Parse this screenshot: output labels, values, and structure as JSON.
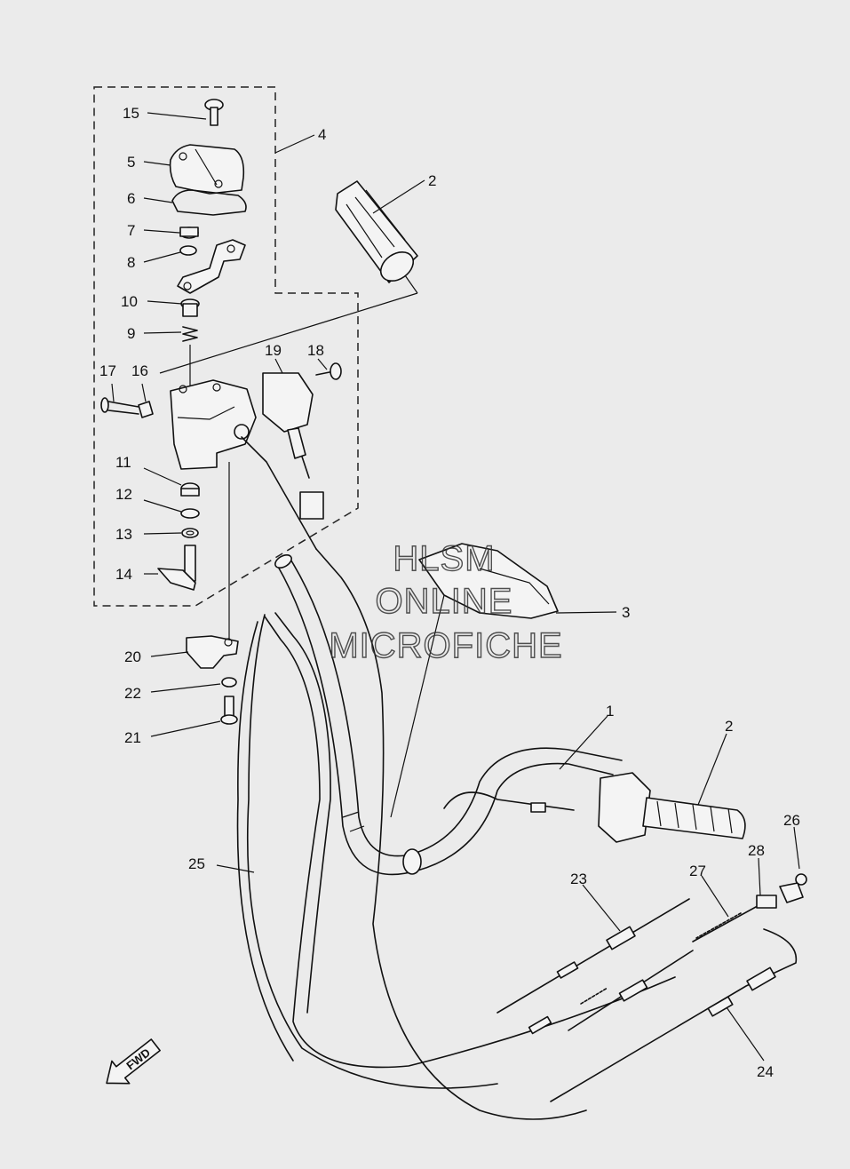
{
  "diagram": {
    "callouts": [
      {
        "id": "c15",
        "text": "15"
      },
      {
        "id": "c4",
        "text": "4"
      },
      {
        "id": "c5",
        "text": "5"
      },
      {
        "id": "c6",
        "text": "6"
      },
      {
        "id": "c2a",
        "text": "2"
      },
      {
        "id": "c7",
        "text": "7"
      },
      {
        "id": "c8",
        "text": "8"
      },
      {
        "id": "c10",
        "text": "10"
      },
      {
        "id": "c9",
        "text": "9"
      },
      {
        "id": "c19",
        "text": "19"
      },
      {
        "id": "c18",
        "text": "18"
      },
      {
        "id": "c17",
        "text": "17"
      },
      {
        "id": "c16",
        "text": "16"
      },
      {
        "id": "c11",
        "text": "11"
      },
      {
        "id": "c12",
        "text": "12"
      },
      {
        "id": "c13",
        "text": "13"
      },
      {
        "id": "c14",
        "text": "14"
      },
      {
        "id": "c3",
        "text": "3"
      },
      {
        "id": "c20",
        "text": "20"
      },
      {
        "id": "c22",
        "text": "22"
      },
      {
        "id": "c21",
        "text": "21"
      },
      {
        "id": "c1",
        "text": "1"
      },
      {
        "id": "c2b",
        "text": "2"
      },
      {
        "id": "c25",
        "text": "25"
      },
      {
        "id": "c26",
        "text": "26"
      },
      {
        "id": "c28",
        "text": "28"
      },
      {
        "id": "c27",
        "text": "27"
      },
      {
        "id": "c23",
        "text": "23"
      },
      {
        "id": "c24",
        "text": "24"
      }
    ],
    "watermark": [
      "HLSM",
      "ONLINE",
      "MICROFICHE"
    ],
    "direction_arrow": {
      "text": "FWD",
      "icon": "fwd-arrow-icon"
    }
  }
}
